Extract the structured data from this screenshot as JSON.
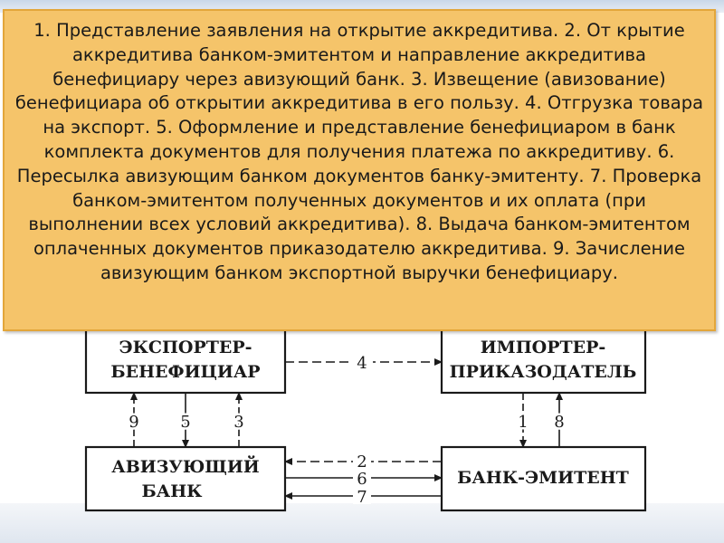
{
  "caption": "1. Представление заявления на открытие аккредитива. 2. От крытие аккредитива банком-эмитентом и направление аккредитива бенефициару через авизующий банк. 3. Извещение (авизование) бенефициара об открытии аккредитива в его пользу. 4. Отгрузка товара на экспорт. 5. Оформление и представление бенефициаром в банк комплекта документов для получения платежа по аккредитиву. 6. Пересылка авизующим банком документов банку-эмитенту. 7. Проверка банком-эмитентом полученных документов и их оплата (при выполнении всех условий аккредитива). 8. Выдача банком-эмитентом оплаченных документов приказодателю аккредитива. 9. Зачисление авизующим банком экспортной выручки бенефициару.",
  "boxes": {
    "exporter": [
      "ЭКСПОРТЕР-",
      "БЕНЕФИЦИАР"
    ],
    "importer": [
      "ИМПОРТЕР-",
      "ПРИКАЗОДАТЕЛЬ"
    ],
    "advising_bank": [
      "АВИЗУЮЩИЙ",
      "БАНК"
    ],
    "issuing_bank": [
      "БАНК-ЭМИТЕНТ"
    ]
  },
  "flows": {
    "exporter_importer": "4",
    "exporter_bank_left": "9",
    "exporter_bank_mid": "5",
    "exporter_bank_right": "3",
    "importer_issuer_left": "1",
    "importer_issuer_right": "8",
    "banks_top": "2",
    "banks_mid": "6",
    "banks_bottom": "7"
  },
  "colors": {
    "caption_bg": "#f5c46a",
    "caption_border": "#e3a63a",
    "line": "#1a1a1a"
  }
}
